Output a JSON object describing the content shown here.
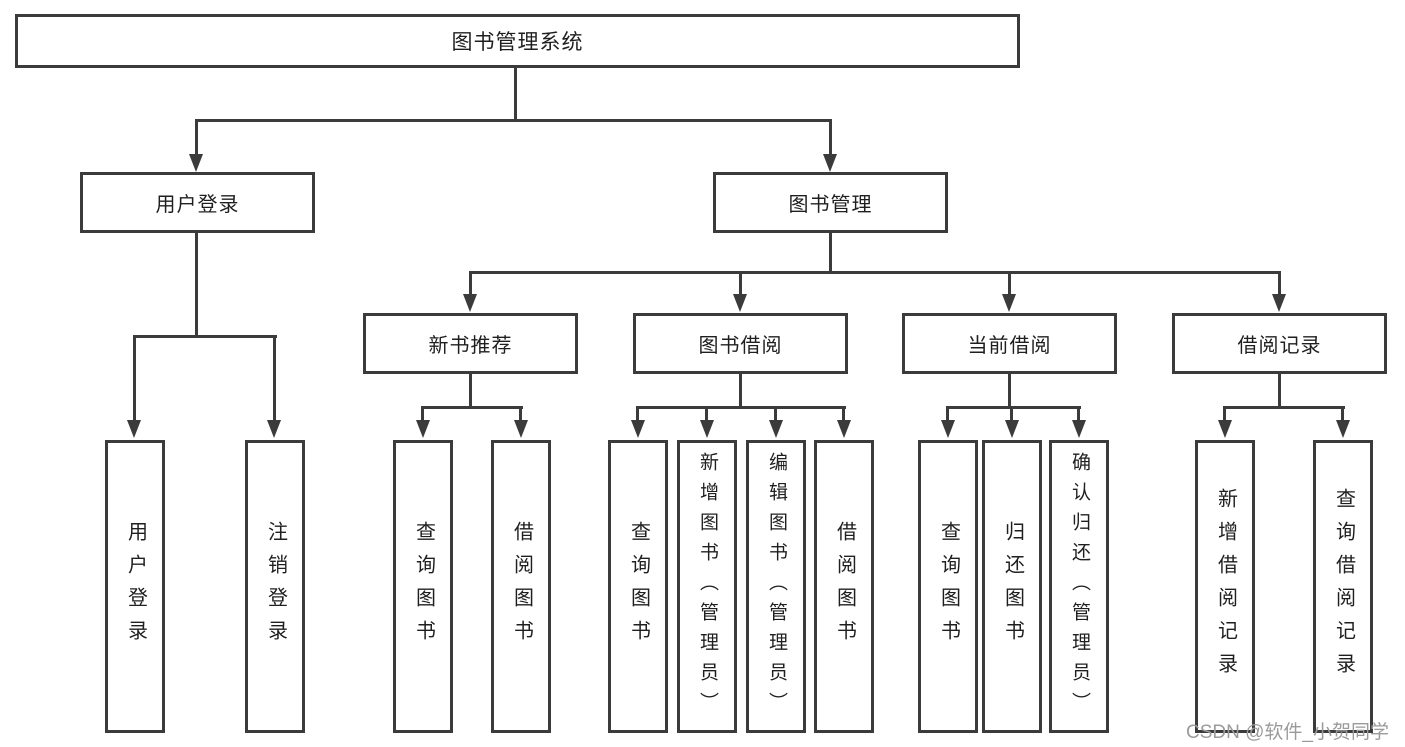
{
  "title": {
    "label": "图书管理系统"
  },
  "branches": [
    {
      "id": "user-login",
      "label": "用户登录",
      "children": [
        "用户登录",
        "注销登录"
      ]
    },
    {
      "id": "book-management",
      "label": "图书管理",
      "sections": [
        {
          "id": "new-book-recommend",
          "label": "新书推荐",
          "children": [
            "查询图书",
            "借阅图书"
          ]
        },
        {
          "id": "book-borrowing",
          "label": "图书借阅",
          "children": [
            "查询图书",
            "新增图书（管理员）",
            "编辑图书（管理员）",
            "借阅图书"
          ]
        },
        {
          "id": "current-borrowing",
          "label": "当前借阅",
          "children": [
            "查询图书",
            "归还图书",
            "确认归还（管理员）"
          ]
        },
        {
          "id": "borrowing-records",
          "label": "借阅记录",
          "children": [
            "新增借阅记录",
            "查询借阅记录"
          ]
        }
      ]
    }
  ],
  "watermark": "CSDN @软件_小贺同学",
  "colors": {
    "line": "#3b3b3b",
    "text": "#1f1f1f",
    "watermark": "#9b9b9b",
    "background": "#ffffff"
  }
}
